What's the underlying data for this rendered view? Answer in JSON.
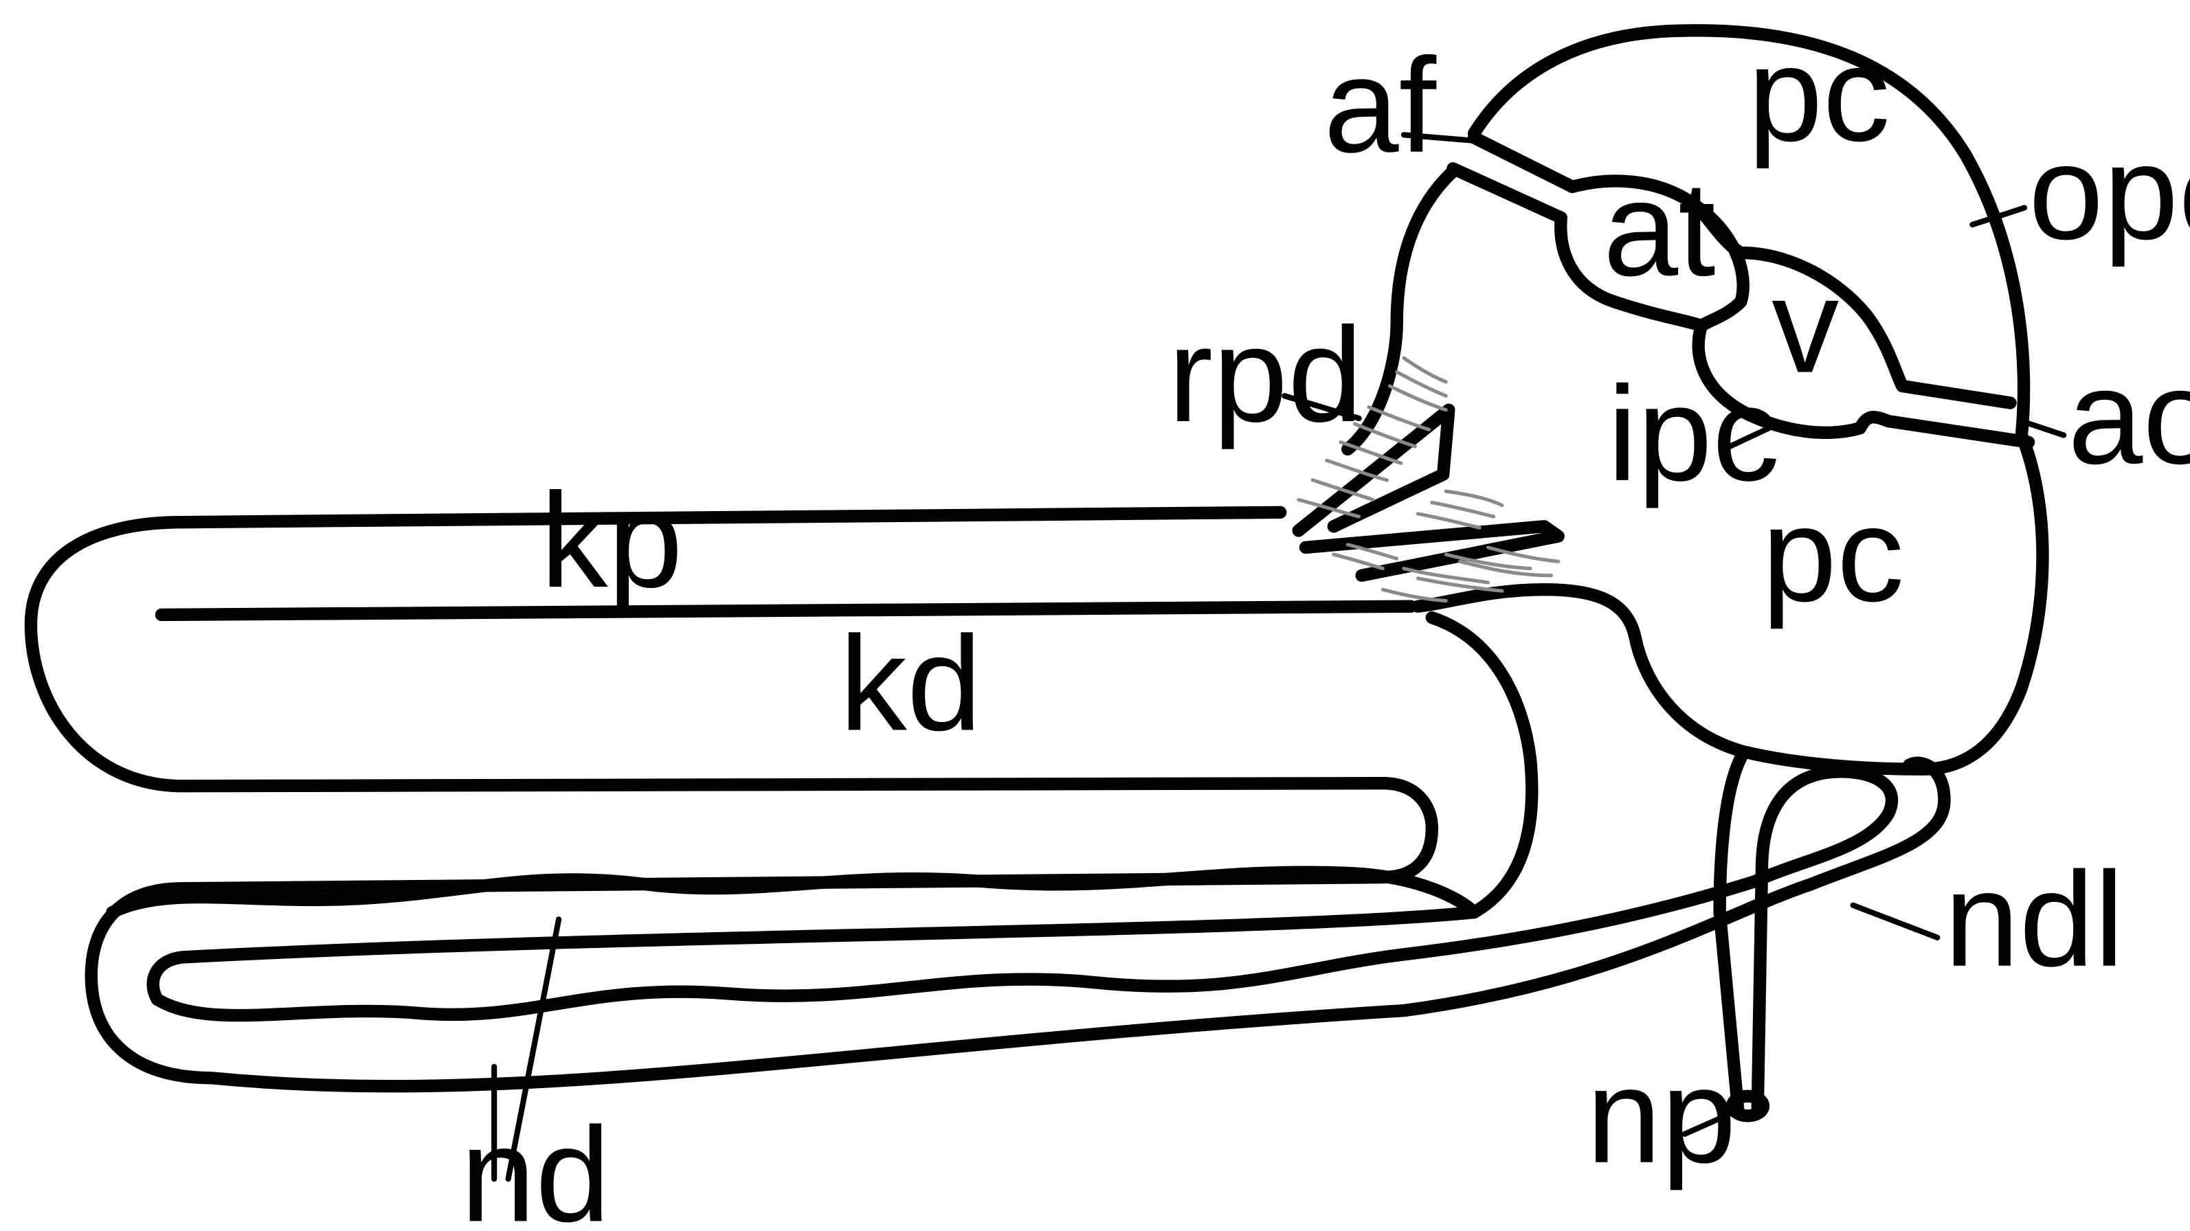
{
  "diagram": {
    "labels": {
      "af": "af",
      "pc_top": "pc",
      "opc": "opc",
      "at": "at",
      "v": "v",
      "rpd": "rpd",
      "ipc": "ipc",
      "ao": "ao",
      "kp": "kp",
      "pc_bottom": "pc",
      "kd": "kd",
      "ndl": "ndl",
      "np": "np",
      "nd": "nd"
    },
    "colors": {
      "line": "#000000",
      "ciliary": "#8a8a8a",
      "background": "#ffffff"
    }
  }
}
